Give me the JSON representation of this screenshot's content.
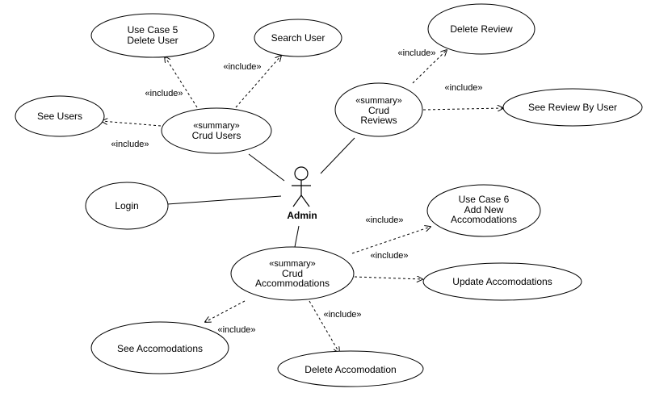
{
  "actor": {
    "name": "Admin"
  },
  "use_cases": {
    "delete_user": {
      "line1": "Use Case 5",
      "line2": "Delete User"
    },
    "search_user": {
      "label": "Search User"
    },
    "see_users": {
      "label": "See Users"
    },
    "crud_users": {
      "stereotype": "«summary»",
      "label": "Crud Users"
    },
    "login": {
      "label": "Login"
    },
    "delete_review": {
      "label": "Delete Review"
    },
    "crud_reviews": {
      "stereotype": "«summary»",
      "line1": "Crud",
      "line2": "Reviews"
    },
    "see_review_by_user": {
      "label": "See Review By User"
    },
    "add_accomodations": {
      "line1": "Use Case 6",
      "line2": "Add New",
      "line3": "Accomodations"
    },
    "crud_accommodations": {
      "stereotype": "«summary»",
      "line1": "Crud",
      "line2": "Accommodations"
    },
    "update_accomodations": {
      "label": "Update Accomodations"
    },
    "see_accomodations": {
      "label": "See Accomodations"
    },
    "delete_accomodation": {
      "label": "Delete Accomodation"
    }
  },
  "relations": {
    "include_label": "«include»"
  }
}
